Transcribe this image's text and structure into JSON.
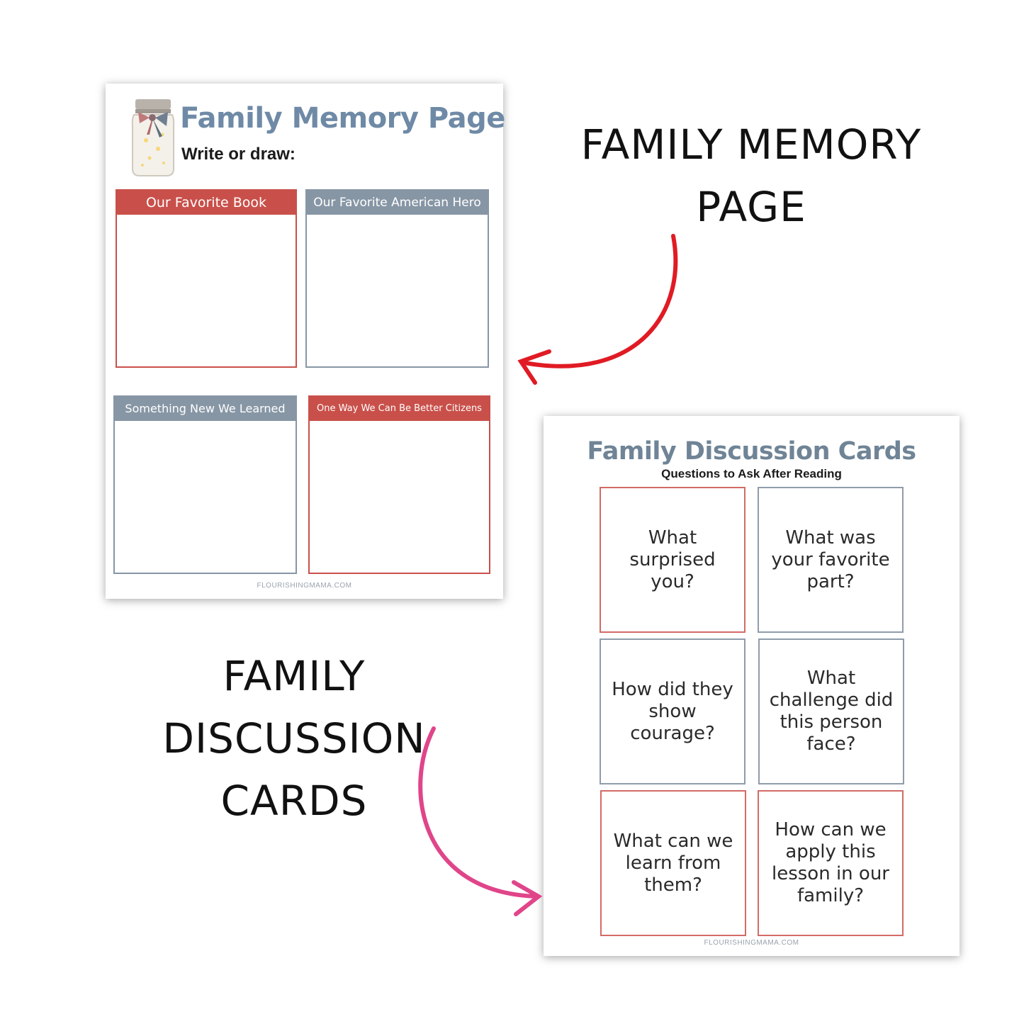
{
  "memory_page": {
    "title": "Family Memory Page",
    "subtitle": "Write or draw:",
    "boxes": [
      {
        "label": "Our Favorite Book"
      },
      {
        "label": "Our Favorite American Hero"
      },
      {
        "label": "Something New We Learned"
      },
      {
        "label": "One Way We Can Be Better Citizens"
      }
    ],
    "footer": "FLOURISHINGMAMA.COM"
  },
  "discussion_page": {
    "title": "Family Discussion Cards",
    "subtitle": "Questions to Ask After Reading",
    "cards": [
      {
        "text": "What surprised you?"
      },
      {
        "text": "What was your favorite part?"
      },
      {
        "text": "How did they show courage?"
      },
      {
        "text": "What challenge did this person face?"
      },
      {
        "text": "What can we learn from them?"
      },
      {
        "text": "How can we apply this lesson in our family?"
      }
    ],
    "footer": "FLOURISHINGMAMA.COM"
  },
  "labels": {
    "memory_label": "FAMILY MEMORY PAGE",
    "discussion_label": "FAMILY DISCUSSION CARDS"
  },
  "colors": {
    "accent_red": "#c9504a",
    "accent_blue": "#8796a5",
    "title_blue": "#6f8aa6",
    "arrow_red": "#e01b24",
    "arrow_pink": "#e0458a"
  }
}
